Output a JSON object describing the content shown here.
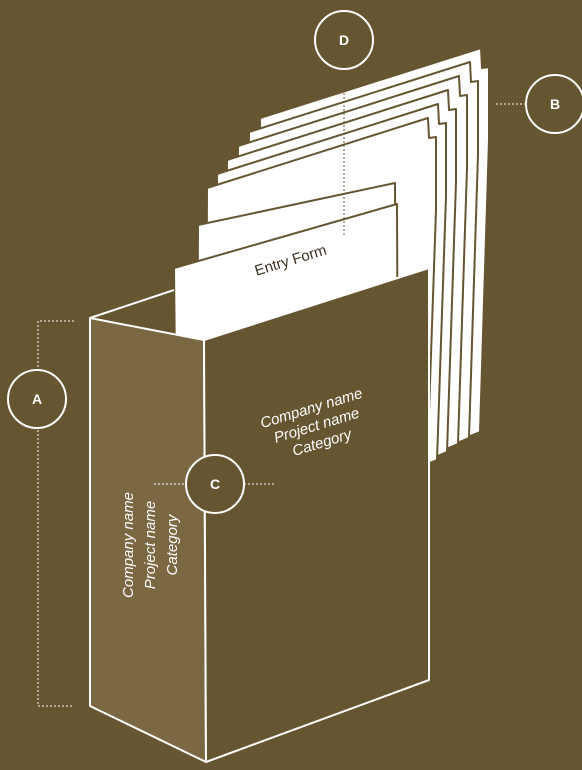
{
  "diagram": {
    "colors": {
      "background": "#665531",
      "box_side": "#7b6742",
      "box_front": "#665531",
      "paper": "#ffffff",
      "line": "#ffffff"
    },
    "entry_form_label": "Entry Form",
    "front_label": {
      "line1": "Company name",
      "line2": "Project name",
      "line3": "Category"
    },
    "side_label": {
      "line1": "Company name",
      "line2": "Project name",
      "line3": "Category"
    },
    "callouts": {
      "a": "A",
      "b": "B",
      "c": "C",
      "d": "D"
    }
  }
}
